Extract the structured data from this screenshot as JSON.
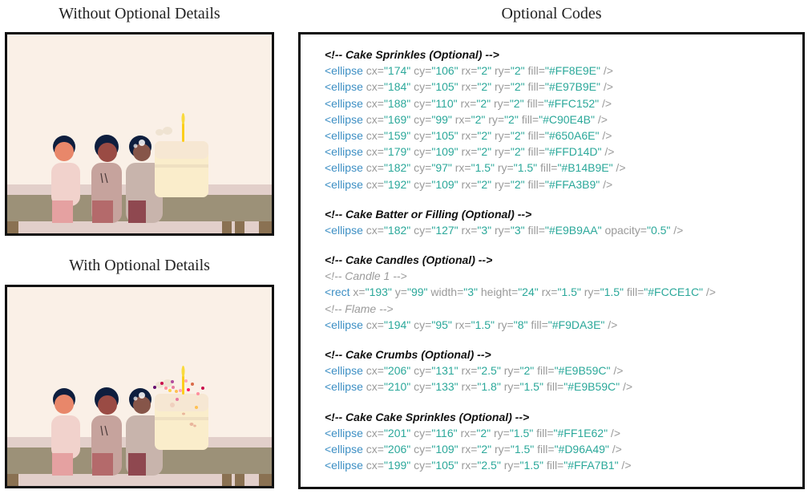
{
  "headings": {
    "without": "Without Optional Details",
    "with": "With Optional Details",
    "codes": "Optional Codes"
  },
  "colors": {
    "background": "#FAF0E7",
    "wall_band": "#E2CFCA",
    "bench": "#9C9178",
    "bench_legs": "#8A7152",
    "hair": "#0E1E3E",
    "person1_skin": "#E8876A",
    "person1_shirt": "#F1D2CC",
    "person1_pants": "#E5A1A1",
    "person2_skin": "#9A4B44",
    "person2_shirt": "#C6A39D",
    "person2_pants": "#B46A6B",
    "person3_skin": "#865549",
    "person3_shirt": "#C8B4AC",
    "person3_pants": "#8F4850",
    "cake_body": "#FAEDCB",
    "cake_top": "#F6E7D3",
    "candle": "#FCCE1C",
    "flame": "#F9DA3E",
    "code_tag": "#3D8FC4",
    "code_attr": "#9A9A9A",
    "code_value": "#2BA89A"
  },
  "code_lines": [
    {
      "kind": "head",
      "text": "<!-- Cake Sprinkles (Optional) -->"
    },
    {
      "kind": "code",
      "tag": "ellipse",
      "attrs": [
        [
          "cx",
          "174"
        ],
        [
          "cy",
          "106"
        ],
        [
          "rx",
          "2"
        ],
        [
          "ry",
          "2"
        ],
        [
          "fill",
          "#FF8E9E"
        ]
      ]
    },
    {
      "kind": "code",
      "tag": "ellipse",
      "attrs": [
        [
          "cx",
          "184"
        ],
        [
          "cy",
          "105"
        ],
        [
          "rx",
          "2"
        ],
        [
          "ry",
          "2"
        ],
        [
          "fill",
          "#E97B9E"
        ]
      ]
    },
    {
      "kind": "code",
      "tag": "ellipse",
      "attrs": [
        [
          "cx",
          "188"
        ],
        [
          "cy",
          "110"
        ],
        [
          "rx",
          "2"
        ],
        [
          "ry",
          "2"
        ],
        [
          "fill",
          "#FFC152"
        ]
      ]
    },
    {
      "kind": "code",
      "tag": "ellipse",
      "attrs": [
        [
          "cx",
          "169"
        ],
        [
          "cy",
          "99"
        ],
        [
          "rx",
          "2"
        ],
        [
          "ry",
          "2"
        ],
        [
          "fill",
          "#C90E4B"
        ]
      ]
    },
    {
      "kind": "code",
      "tag": "ellipse",
      "attrs": [
        [
          "cx",
          "159"
        ],
        [
          "cy",
          "105"
        ],
        [
          "rx",
          "2"
        ],
        [
          "ry",
          "2"
        ],
        [
          "fill",
          "#650A6E"
        ]
      ]
    },
    {
      "kind": "code",
      "tag": "ellipse",
      "attrs": [
        [
          "cx",
          "179"
        ],
        [
          "cy",
          "109"
        ],
        [
          "rx",
          "2"
        ],
        [
          "ry",
          "2"
        ],
        [
          "fill",
          "#FFD14D"
        ]
      ]
    },
    {
      "kind": "code",
      "tag": "ellipse",
      "attrs": [
        [
          "cx",
          "182"
        ],
        [
          "cy",
          "97"
        ],
        [
          "rx",
          "1.5"
        ],
        [
          "ry",
          "1.5"
        ],
        [
          "fill",
          "#B14B9E"
        ]
      ]
    },
    {
      "kind": "code",
      "tag": "ellipse",
      "attrs": [
        [
          "cx",
          "192"
        ],
        [
          "cy",
          "109"
        ],
        [
          "rx",
          "2"
        ],
        [
          "ry",
          "2"
        ],
        [
          "fill",
          "#FFA3B9"
        ]
      ]
    },
    {
      "kind": "gap"
    },
    {
      "kind": "head",
      "text": "<!-- Cake Batter or Filling (Optional) -->"
    },
    {
      "kind": "code",
      "tag": "ellipse",
      "attrs": [
        [
          "cx",
          "182"
        ],
        [
          "cy",
          "127"
        ],
        [
          "rx",
          "3"
        ],
        [
          "ry",
          "3"
        ],
        [
          "fill",
          "#E9B9AA"
        ],
        [
          "opacity",
          "0.5"
        ]
      ]
    },
    {
      "kind": "gap"
    },
    {
      "kind": "head",
      "text": "<!-- Cake Candles (Optional) -->"
    },
    {
      "kind": "note",
      "text": "<!-- Candle 1 -->"
    },
    {
      "kind": "code",
      "tag": "rect",
      "attrs": [
        [
          "x",
          "193"
        ],
        [
          "y",
          "99"
        ],
        [
          "width",
          "3"
        ],
        [
          "height",
          "24"
        ],
        [
          "rx",
          "1.5"
        ],
        [
          "ry",
          "1.5"
        ],
        [
          "fill",
          "#FCCE1C"
        ]
      ]
    },
    {
      "kind": "note",
      "text": "<!-- Flame -->"
    },
    {
      "kind": "code",
      "tag": "ellipse",
      "attrs": [
        [
          "cx",
          "194"
        ],
        [
          "cy",
          "95"
        ],
        [
          "rx",
          "1.5"
        ],
        [
          "ry",
          "8"
        ],
        [
          "fill",
          "#F9DA3E"
        ]
      ]
    },
    {
      "kind": "gap"
    },
    {
      "kind": "head",
      "text": "<!-- Cake Crumbs (Optional) -->"
    },
    {
      "kind": "code",
      "tag": "ellipse",
      "attrs": [
        [
          "cx",
          "206"
        ],
        [
          "cy",
          "131"
        ],
        [
          "rx",
          "2.5"
        ],
        [
          "ry",
          "2"
        ],
        [
          "fill",
          "#E9B59C"
        ]
      ]
    },
    {
      "kind": "code",
      "tag": "ellipse",
      "attrs": [
        [
          "cx",
          "210"
        ],
        [
          "cy",
          "133"
        ],
        [
          "rx",
          "1.8"
        ],
        [
          "ry",
          "1.5"
        ],
        [
          "fill",
          "#E9B59C"
        ]
      ]
    },
    {
      "kind": "gap"
    },
    {
      "kind": "head",
      "text": "<!-- Cake Cake Sprinkles (Optional) -->"
    },
    {
      "kind": "code",
      "tag": "ellipse",
      "attrs": [
        [
          "cx",
          "201"
        ],
        [
          "cy",
          "116"
        ],
        [
          "rx",
          "2"
        ],
        [
          "ry",
          "1.5"
        ],
        [
          "fill",
          "#FF1E62"
        ]
      ]
    },
    {
      "kind": "code",
      "tag": "ellipse",
      "attrs": [
        [
          "cx",
          "206"
        ],
        [
          "cy",
          "109"
        ],
        [
          "rx",
          "2"
        ],
        [
          "ry",
          "1.5"
        ],
        [
          "fill",
          "#D96A49"
        ]
      ]
    },
    {
      "kind": "code",
      "tag": "ellipse",
      "attrs": [
        [
          "cx",
          "199"
        ],
        [
          "cy",
          "105"
        ],
        [
          "rx",
          "2.5"
        ],
        [
          "ry",
          "1.5"
        ],
        [
          "fill",
          "#FFA7B1"
        ]
      ]
    }
  ]
}
